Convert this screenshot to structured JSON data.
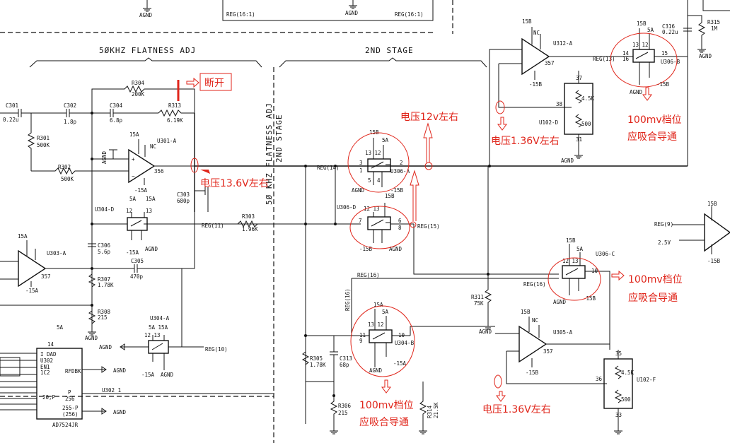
{
  "sections": {
    "left_title": "5ØKHZ FLATNESS ADJ",
    "mid_title": "2ND STAGE",
    "vertical_title_1": "5Ø KHZ FLATNESS ADJ",
    "vertical_title_2": "2ND STAGE"
  },
  "top": {
    "agnd_1": "AGND",
    "agnd_2": "AGND",
    "reg_a": "REG(16:1)",
    "reg_b": "REG(16:1)"
  },
  "components": {
    "c301": {
      "ref": "C301",
      "value": "0.22u"
    },
    "c302": {
      "ref": "C302",
      "value": "1.8p"
    },
    "c304": {
      "ref": "C304",
      "value": "6.8p"
    },
    "r313": {
      "ref": "R313",
      "value": "6.19K"
    },
    "r304": {
      "ref": "R304",
      "value": "200K"
    },
    "r301": {
      "ref": "R301",
      "value": "500K"
    },
    "r302": {
      "ref": "R302",
      "value": "500K"
    },
    "u301": {
      "ref": "U301-A",
      "part": "356",
      "pos": "15A",
      "neg": "-15A",
      "nc": "NC"
    },
    "c303": {
      "ref": "C303",
      "value": "680p"
    },
    "u304d": {
      "ref": "U304-D",
      "reg": "REG(11)"
    },
    "r303": {
      "ref": "R303",
      "value": "1.96K"
    },
    "c306": {
      "ref": "C306",
      "value": "5.6p"
    },
    "c305": {
      "ref": "C305",
      "value": "470p"
    },
    "u303": {
      "ref": "U303-A",
      "part": "357",
      "pos": "15A",
      "neg": "-15A"
    },
    "r307": {
      "ref": "R307",
      "value": "1.78K"
    },
    "r308": {
      "ref": "R308",
      "value": "215"
    },
    "u304a": {
      "ref": "U304-A",
      "reg": "REG(10)"
    },
    "u302": {
      "ref": "U302",
      "part": "AD7524JR",
      "sig": "U302_1"
    },
    "u306a": {
      "ref": "U306-A",
      "reg": "REG(14)"
    },
    "u306d": {
      "ref": "U306-D",
      "reg": "REG(15)"
    },
    "u304b": {
      "ref": "U304-B",
      "reg": "REG(16)"
    },
    "r305": {
      "ref": "R305",
      "value": "1.78K"
    },
    "c313": {
      "ref": "C313",
      "value": "68p"
    },
    "r306": {
      "ref": "R306",
      "value": "215"
    },
    "r314": {
      "ref": "R314",
      "value": "21.5K"
    },
    "u312": {
      "ref": "U312-A",
      "part": "357",
      "pos": "15B",
      "neg": "-15B"
    },
    "u102d": {
      "ref": "U102-D",
      "r1": "4.5K",
      "r2": "500"
    },
    "u306b": {
      "ref": "U306-B",
      "reg": "REG(13)"
    },
    "c316": {
      "ref": "C316",
      "value": "0.22u"
    },
    "r315": {
      "ref": "R315",
      "value": "1M"
    },
    "u306c": {
      "ref": "U306-C",
      "reg": "REG(16)"
    },
    "r311": {
      "ref": "R311",
      "value": "75K"
    },
    "u305": {
      "ref": "U305-A",
      "part": "357",
      "pos": "15B",
      "neg": "-15B"
    },
    "u102f": {
      "ref": "U102-F",
      "r1": "4.5K",
      "r2": "500"
    },
    "u_right": {
      "reg": "REG(9)",
      "vref": "2.5V"
    }
  },
  "annotations": {
    "open": "断开",
    "v13_6": "电压13.6V左右",
    "v12": "电压12v左右",
    "v1_36_top": "电压1.36V左右",
    "v1_36_bot": "电压1.36V左右",
    "mv100_a1": "100mv档位",
    "mv100_a2": "应吸合导通",
    "mv100_b1": "100mv档位",
    "mv100_b2": "应吸合导通",
    "mv100_c1": "100mv档位",
    "mv100_c2": "应吸合导通"
  },
  "colors": {
    "annotation": "#e0261b",
    "ink": "#111111"
  }
}
